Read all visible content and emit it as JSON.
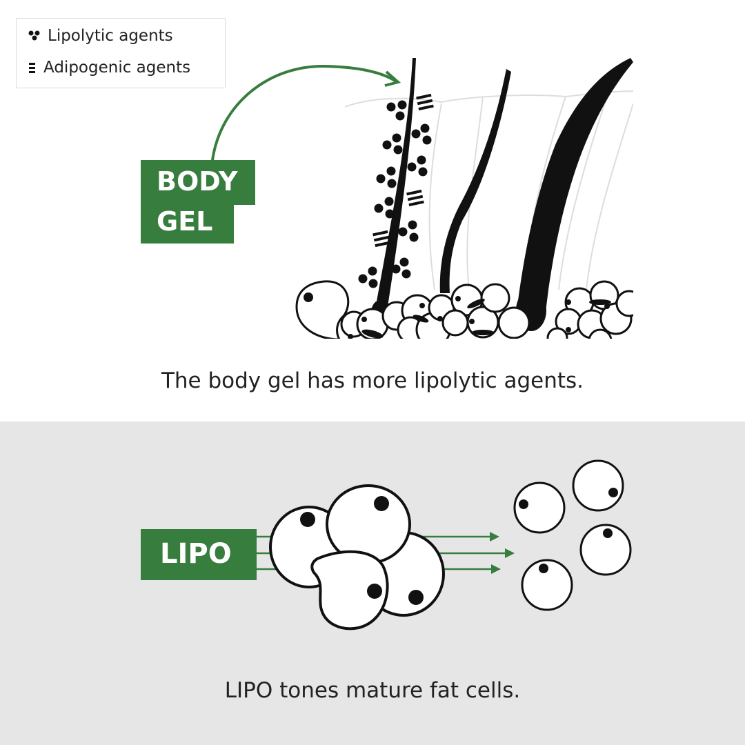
{
  "legend": {
    "items": [
      {
        "icon": "dots-cluster-icon",
        "label": "Lipolytic agents"
      },
      {
        "icon": "bars-stack-icon",
        "label": "Adipogenic agents"
      }
    ]
  },
  "top_panel": {
    "label_lines": [
      "BODY",
      "GEL"
    ],
    "caption": "The body gel has more lipolytic agents."
  },
  "bottom_panel": {
    "label": "LIPO",
    "caption": "LIPO tones mature fat cells."
  },
  "colors": {
    "accent_green": "#377d3e",
    "bottom_background": "#e6e6e6",
    "ink": "#111111"
  }
}
